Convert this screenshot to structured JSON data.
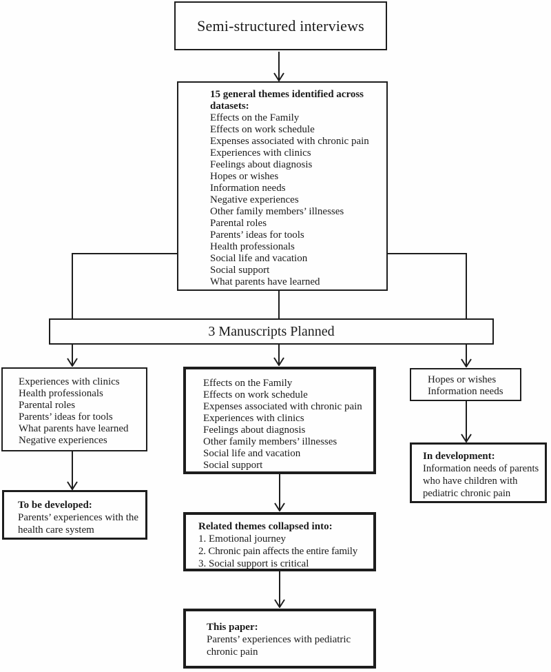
{
  "diagram": {
    "colors": {
      "line": "#1d1d1d",
      "background": "#fefefe"
    },
    "top_box": {
      "title": "Semi-structured interviews"
    },
    "themes_box": {
      "heading": "15 general themes identified across datasets:",
      "items": [
        "Effects on the Family",
        "Effects on work schedule",
        "Expenses associated with chronic pain",
        "Experiences with clinics",
        "Feelings about diagnosis",
        "Hopes or wishes",
        "Information needs",
        "Negative experiences",
        "Other family members’ illnesses",
        "Parental roles",
        "Parents’ ideas for tools",
        "Health professionals",
        "Social life and vacation",
        "Social support",
        "What parents have learned"
      ]
    },
    "manuscripts_box": {
      "title": "3 Manuscripts Planned"
    },
    "left_branch": {
      "themes": [
        "Experiences with clinics",
        "Health professionals",
        "Parental roles",
        "Parents’ ideas for tools",
        "What parents have learned",
        "Negative experiences"
      ],
      "outcome": {
        "heading": "To be developed:",
        "body": "Parents’ experiences with the health care system"
      }
    },
    "center_branch": {
      "themes": [
        "Effects on the Family",
        "Effects on work schedule",
        "Expenses associated with chronic pain",
        "Experiences with clinics",
        "Feelings about diagnosis",
        "Other family members’ illnesses",
        "Social life and vacation",
        "Social support"
      ],
      "collapsed": {
        "heading": "Related themes collapsed into:",
        "items": [
          "1.  Emotional journey",
          "2.  Chronic pain affects the entire family",
          "3.  Social support is critical"
        ]
      },
      "outcome": {
        "heading": "This paper:",
        "body": "Parents’ experiences with pediatric chronic pain"
      }
    },
    "right_branch": {
      "themes": [
        "Hopes or wishes",
        "Information needs"
      ],
      "outcome": {
        "heading": "In development:",
        "body": "Information needs of parents who have children with pediatric chronic pain"
      }
    }
  }
}
